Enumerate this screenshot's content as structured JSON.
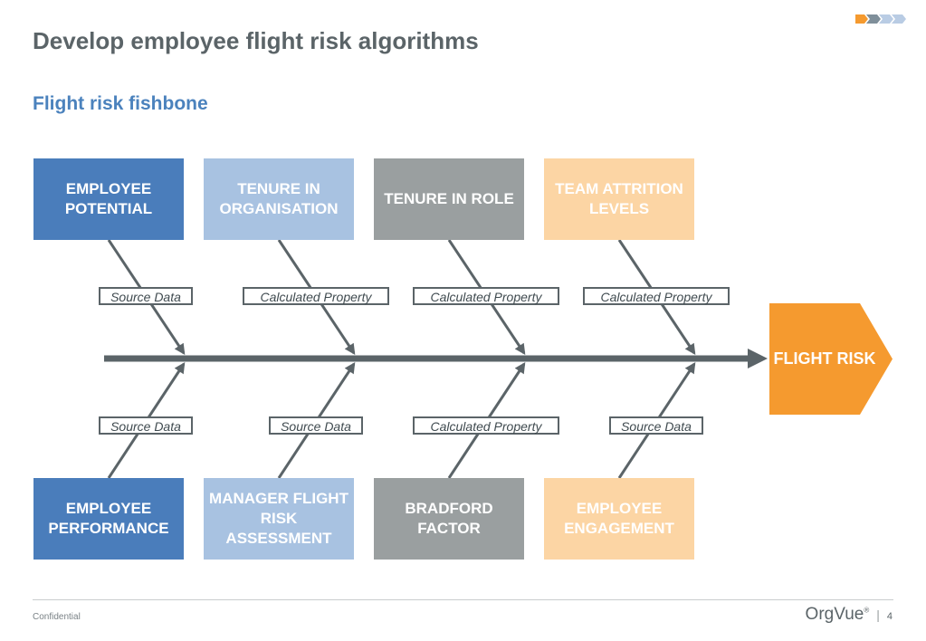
{
  "header": {
    "title": "Develop employee flight risk algorithms",
    "subtitle": "Flight risk fishbone"
  },
  "colors": {
    "blue": "#4a7dbb",
    "light_blue": "#a8c2e1",
    "grey": "#9a9fa0",
    "peach": "#fcd5a4",
    "orange": "#f59a2f",
    "spine": "#5b6468"
  },
  "effect": {
    "label": "FLIGHT RISK"
  },
  "causes_top": [
    {
      "label": "EMPLOYEE POTENTIAL",
      "tag": "Source Data"
    },
    {
      "label": "TENURE IN ORGANISATION",
      "tag": "Calculated Property"
    },
    {
      "label": "TENURE IN ROLE",
      "tag": "Calculated Property"
    },
    {
      "label": "TEAM ATTRITION LEVELS",
      "tag": "Calculated Property"
    }
  ],
  "causes_bottom": [
    {
      "label": "EMPLOYEE PERFORMANCE",
      "tag": "Source Data"
    },
    {
      "label": "MANAGER FLIGHT RISK ASSESSMENT",
      "tag": "Source Data"
    },
    {
      "label": "BRADFORD FACTOR",
      "tag": "Calculated Property"
    },
    {
      "label": "EMPLOYEE ENGAGEMENT",
      "tag": "Source Data"
    }
  ],
  "footer": {
    "confidential": "Confidential",
    "logo": "OrgVue",
    "logo_mark": "®",
    "separator": "|",
    "page_number": "4"
  }
}
